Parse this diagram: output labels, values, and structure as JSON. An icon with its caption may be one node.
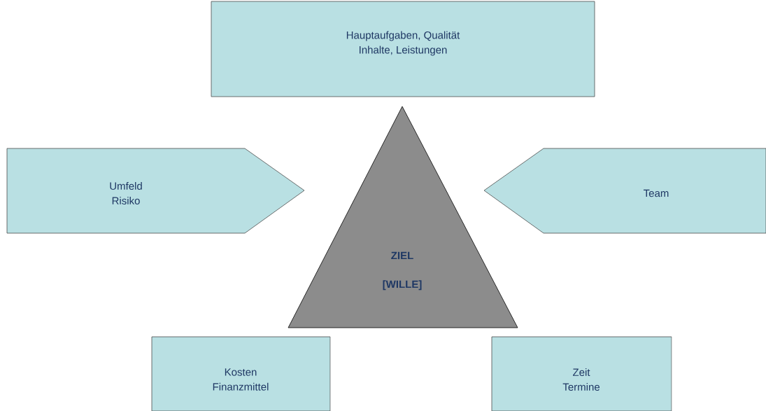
{
  "diagram": {
    "nodes": [
      {
        "text": [
          "Hauptaufgaben, Qualität",
          "Inhalte, Leistungen"
        ]
      },
      {
        "text": [
          "Umfeld",
          "Risiko"
        ]
      },
      {
        "text": [
          "Team"
        ]
      },
      {
        "text": [
          "ZIEL",
          "[WILLE]"
        ]
      },
      {
        "text": [
          "Kosten",
          "Finanzmittel"
        ]
      },
      {
        "text": [
          "Zeit",
          "Termine"
        ]
      }
    ]
  }
}
